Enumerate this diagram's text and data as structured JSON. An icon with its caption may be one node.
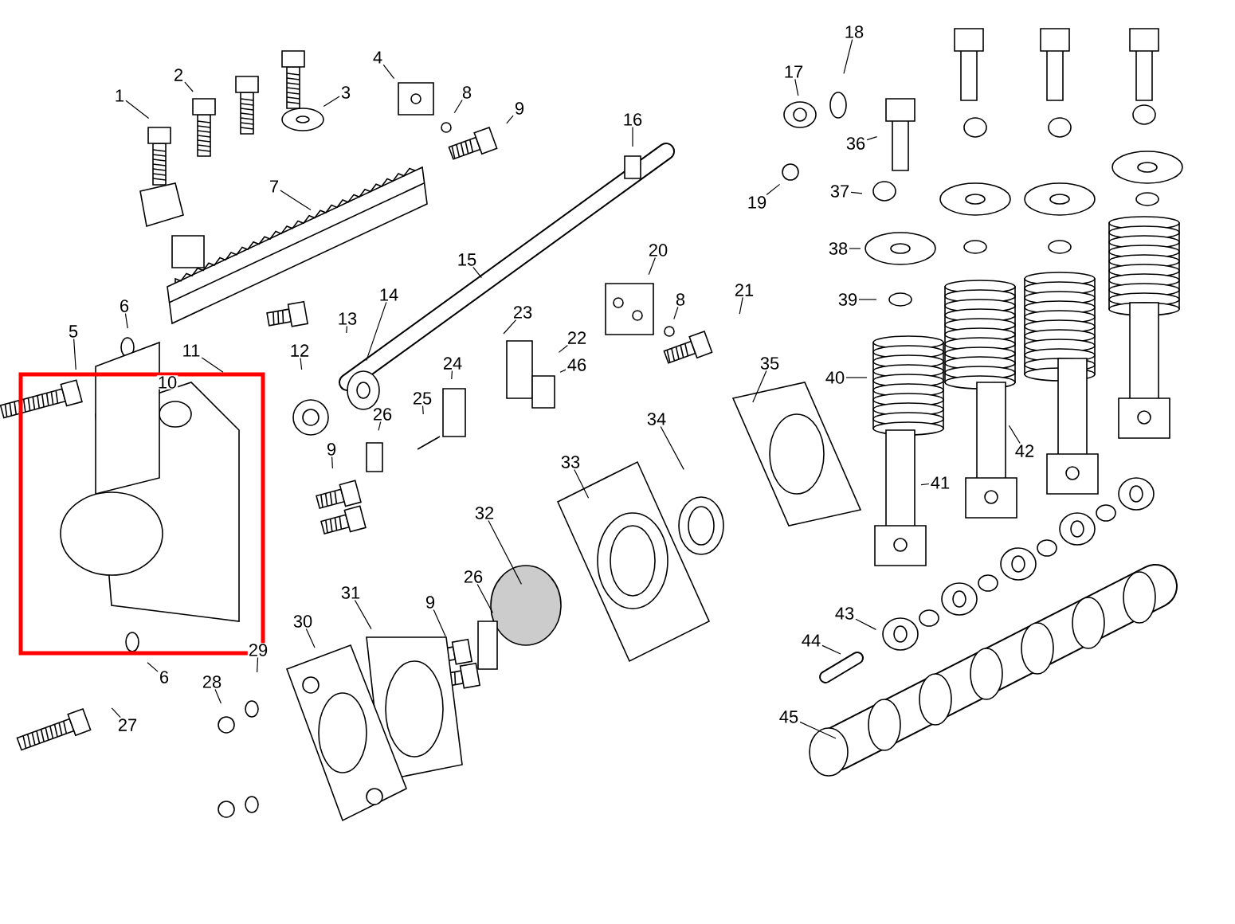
{
  "diagram": {
    "nodes": [
      {
        "text": [
          "1"
        ]
      },
      {
        "text": [
          "2"
        ]
      },
      {
        "text": [
          "3"
        ]
      },
      {
        "text": [
          "4"
        ]
      },
      {
        "text": [
          "8"
        ]
      },
      {
        "text": [
          "9"
        ]
      },
      {
        "text": [
          "16"
        ]
      },
      {
        "text": [
          "17"
        ]
      },
      {
        "text": [
          "18"
        ]
      },
      {
        "text": [
          "7"
        ]
      },
      {
        "text": [
          "19"
        ]
      },
      {
        "text": [
          "36"
        ]
      },
      {
        "text": [
          "37"
        ]
      },
      {
        "text": [
          "15"
        ]
      },
      {
        "text": [
          "20"
        ]
      },
      {
        "text": [
          "38"
        ]
      },
      {
        "text": [
          "8"
        ]
      },
      {
        "text": [
          "21"
        ]
      },
      {
        "text": [
          "39"
        ]
      },
      {
        "text": [
          "14"
        ]
      },
      {
        "text": [
          "6"
        ]
      },
      {
        "text": [
          "13"
        ]
      },
      {
        "text": [
          "23"
        ]
      },
      {
        "text": [
          "5"
        ]
      },
      {
        "text": [
          "22"
        ]
      },
      {
        "text": [
          "12"
        ]
      },
      {
        "text": [
          "11"
        ]
      },
      {
        "text": [
          "46"
        ]
      },
      {
        "text": [
          "24"
        ]
      },
      {
        "text": [
          "35"
        ]
      },
      {
        "text": [
          "40"
        ]
      },
      {
        "text": [
          "10"
        ]
      },
      {
        "text": [
          "26"
        ]
      },
      {
        "text": [
          "25"
        ]
      },
      {
        "text": [
          "34"
        ]
      },
      {
        "text": [
          "42"
        ]
      },
      {
        "text": [
          "33"
        ]
      },
      {
        "text": [
          "9"
        ]
      },
      {
        "text": [
          "41"
        ]
      },
      {
        "text": [
          "32"
        ]
      },
      {
        "text": [
          "26"
        ]
      },
      {
        "text": [
          "31"
        ]
      },
      {
        "text": [
          "9"
        ]
      },
      {
        "text": [
          "30"
        ]
      },
      {
        "text": [
          "43"
        ]
      },
      {
        "text": [
          "29"
        ]
      },
      {
        "text": [
          "44"
        ]
      },
      {
        "text": [
          "28"
        ]
      },
      {
        "text": [
          "6"
        ]
      },
      {
        "text": [
          "45"
        ]
      },
      {
        "text": [
          "27"
        ]
      }
    ],
    "edges": [
      {
        "from": 0,
        "to": null,
        "arrow": "none"
      },
      {
        "from": 1,
        "to": null,
        "arrow": "none"
      },
      {
        "from": 2,
        "to": null,
        "arrow": "none"
      },
      {
        "from": 3,
        "to": null,
        "arrow": "none"
      },
      {
        "from": 4,
        "to": null,
        "arrow": "none"
      },
      {
        "from": 5,
        "to": null,
        "arrow": "none"
      },
      {
        "from": 6,
        "to": null,
        "arrow": "none"
      },
      {
        "from": 7,
        "to": null,
        "arrow": "none"
      },
      {
        "from": 8,
        "to": null,
        "arrow": "none"
      },
      {
        "from": 9,
        "to": null,
        "arrow": "none"
      },
      {
        "from": 10,
        "to": null,
        "arrow": "none"
      },
      {
        "from": 11,
        "to": null,
        "arrow": "none"
      },
      {
        "from": 12,
        "to": null,
        "arrow": "none"
      },
      {
        "from": 13,
        "to": null,
        "arrow": "none"
      },
      {
        "from": 14,
        "to": null,
        "arrow": "none"
      },
      {
        "from": 15,
        "to": null,
        "arrow": "none"
      },
      {
        "from": 16,
        "to": null,
        "arrow": "none"
      },
      {
        "from": 17,
        "to": null,
        "arrow": "none"
      },
      {
        "from": 18,
        "to": null,
        "arrow": "none"
      },
      {
        "from": 19,
        "to": null,
        "arrow": "none"
      },
      {
        "from": 20,
        "to": null,
        "arrow": "none"
      },
      {
        "from": 21,
        "to": null,
        "arrow": "none"
      },
      {
        "from": 22,
        "to": null,
        "arrow": "none"
      },
      {
        "from": 23,
        "to": null,
        "arrow": "none"
      },
      {
        "from": 24,
        "to": null,
        "arrow": "none"
      },
      {
        "from": 25,
        "to": null,
        "arrow": "none"
      },
      {
        "from": 26,
        "to": null,
        "arrow": "none"
      },
      {
        "from": 27,
        "to": null,
        "arrow": "none"
      },
      {
        "from": 28,
        "to": null,
        "arrow": "none"
      },
      {
        "from": 29,
        "to": null,
        "arrow": "none"
      },
      {
        "from": 30,
        "to": null,
        "arrow": "none"
      },
      {
        "from": 32,
        "to": null,
        "arrow": "none"
      },
      {
        "from": 33,
        "to": null,
        "arrow": "none"
      },
      {
        "from": 34,
        "to": null,
        "arrow": "none"
      },
      {
        "from": 35,
        "to": null,
        "arrow": "none"
      },
      {
        "from": 36,
        "to": null,
        "arrow": "none"
      },
      {
        "from": 37,
        "to": null,
        "arrow": "none"
      },
      {
        "from": 38,
        "to": null,
        "arrow": "none"
      },
      {
        "from": 39,
        "to": null,
        "arrow": "none"
      },
      {
        "from": 40,
        "to": null,
        "arrow": "none"
      },
      {
        "from": 41,
        "to": null,
        "arrow": "none"
      },
      {
        "from": 42,
        "to": null,
        "arrow": "none"
      },
      {
        "from": 43,
        "to": null,
        "arrow": "none"
      },
      {
        "from": 44,
        "to": null,
        "arrow": "none"
      },
      {
        "from": 45,
        "to": null,
        "arrow": "none"
      },
      {
        "from": 46,
        "to": null,
        "arrow": "none"
      },
      {
        "from": 47,
        "to": null,
        "arrow": "none"
      },
      {
        "from": 48,
        "to": null,
        "arrow": "none"
      },
      {
        "from": 49,
        "to": null,
        "arrow": "none"
      },
      {
        "from": 50,
        "to": null,
        "arrow": "none"
      }
    ]
  }
}
